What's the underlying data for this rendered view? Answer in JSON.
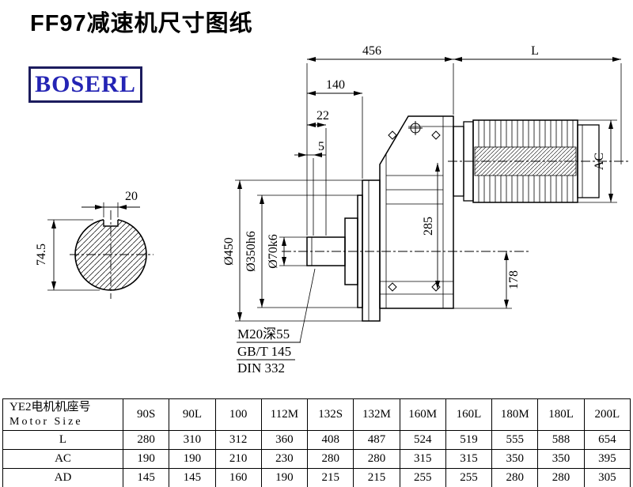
{
  "page": {
    "title": "FF97减速机尺寸图纸"
  },
  "logo": {
    "text": "BOSERL",
    "text_color": "#2424b4",
    "border_color": "#1c1c5e"
  },
  "drawing": {
    "dims": {
      "overall": "456",
      "motor_length": "L",
      "d140": "140",
      "d22": "22",
      "d5": "5",
      "ac": "AC",
      "d285": "285",
      "d178": "178",
      "flange": "Ø450",
      "spigot": "Ø350h6",
      "shaft": "Ø70k6",
      "key_width": "20",
      "key_height": "74.5"
    },
    "notes": [
      "M20深55",
      "GB/T 145",
      "DIN 332"
    ]
  },
  "table": {
    "header_cn": "YE2电机机座号",
    "header_en": "Motor Size",
    "columns": [
      "90S",
      "90L",
      "100",
      "112M",
      "132S",
      "132M",
      "160M",
      "160L",
      "180M",
      "180L",
      "200L"
    ],
    "rows": [
      {
        "label": "L",
        "values": [
          "280",
          "310",
          "312",
          "360",
          "408",
          "487",
          "524",
          "519",
          "555",
          "588",
          "654"
        ]
      },
      {
        "label": "AC",
        "values": [
          "190",
          "190",
          "210",
          "230",
          "280",
          "280",
          "315",
          "315",
          "350",
          "350",
          "395"
        ]
      },
      {
        "label": "AD",
        "values": [
          "145",
          "145",
          "160",
          "190",
          "215",
          "215",
          "255",
          "255",
          "280",
          "280",
          "305"
        ]
      }
    ]
  }
}
